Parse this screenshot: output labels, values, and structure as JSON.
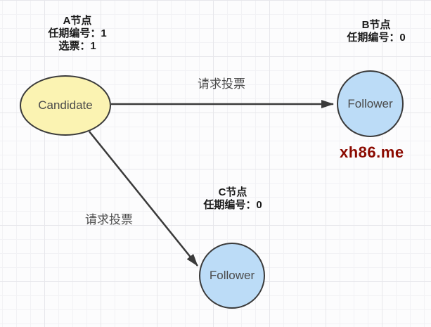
{
  "canvas": {
    "background": "#fcfcfd",
    "grid_minor_color": "#f2f2f5",
    "grid_major_color": "#e7e7eb"
  },
  "nodes": {
    "candidate": {
      "label": "Candidate",
      "shape": "ellipse",
      "fill": "#fbf3b2",
      "stroke": "#3a3a3a",
      "annotation": {
        "title": "A节点",
        "line1": "任期编号：1",
        "line2": "选票：1"
      }
    },
    "follower_b": {
      "label": "Follower",
      "shape": "circle",
      "fill": "#bcdcf7",
      "stroke": "#3a3a3a",
      "annotation": {
        "title": "B节点",
        "line1": "任期编号：0"
      }
    },
    "follower_c": {
      "label": "Follower",
      "shape": "circle",
      "fill": "#bcdcf7",
      "stroke": "#3a3a3a",
      "annotation": {
        "title": "C节点",
        "line1": "任期编号：0"
      }
    }
  },
  "edges": {
    "stroke": "#3a3a3a",
    "candidate_to_b": {
      "label": "请求投票"
    },
    "candidate_to_c": {
      "label": "请求投票"
    }
  },
  "watermark": {
    "text": "xh86.me",
    "color": "#8b0a00"
  }
}
